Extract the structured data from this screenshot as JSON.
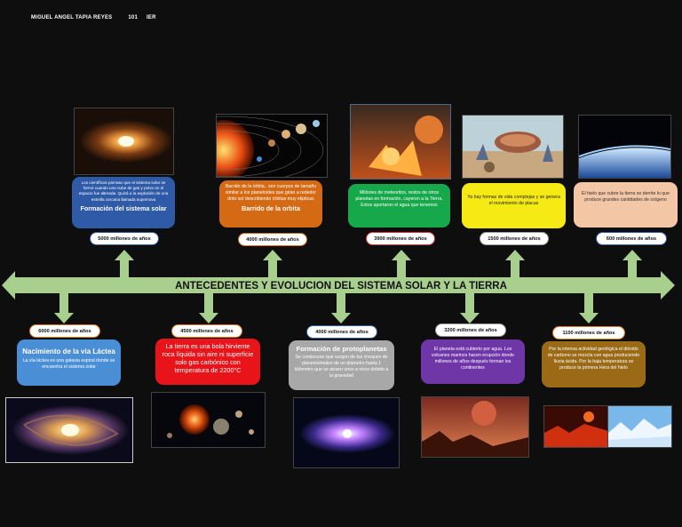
{
  "header": {
    "author": "MIGUEL ANGEL TAPIA REYES",
    "group": "101",
    "code": "IER"
  },
  "timeline": {
    "title": "ANTECEDENTES Y EVOLUCION DEL SISTEMA SOLAR Y LA TIERRA",
    "color": "#a9cf8e"
  },
  "top_events": [
    {
      "time": "5000 millones de años",
      "title": "Formación del sistema solar",
      "text": "Los científicos piensan que el sistema solar se formó cuando una nube de gas y polvo en el espacio fue alterada. Quizá a la explosión de una estrella cercana llamada supernova",
      "color": "#2e5aa8"
    },
    {
      "time": "4000 millones de años",
      "title": "Barrido de la orbita",
      "text": "Barrido de la órbita.. son cuerpos de tamaño similar a los planetoides que giran a rededor dnto sol describiendo órbitas muy elipticas",
      "color": "#d46a14"
    },
    {
      "time": "3900 millones de años",
      "title": "",
      "text": "Millones de meteoritos, restos de otros planetas en formación, cayeron a la Tierra. Estos aportaron el agua que tenemos",
      "color": "#18a84c"
    },
    {
      "time": "1500 millones de años",
      "title": "",
      "text": "Ya hay formas de vida complejas y se genera el movimiento de placas",
      "color": "#f6ea14"
    },
    {
      "time": "600 millones de años",
      "title": "",
      "text": "El hielo que cubre la tierra se derrite lo que produce grandes cantidades de oxígeno",
      "color": "#f3c6a6"
    }
  ],
  "bottom_events": [
    {
      "time": "6000 millones de años",
      "title": "Nacimiento de la via Láctea",
      "text": "La vía láctea es una galaxia espiral donde se encuentra el sistema solar",
      "color": "#4a8fd6"
    },
    {
      "time": "4500 millones de años",
      "title": "",
      "text": "La tierra es una bola hirviente roca líquida sin aire ni superficie solo gas carbónico con temperatura de 2200°C",
      "color": "#e8141a"
    },
    {
      "time": "4000 millones de años",
      "title": "Formación de protoplanetas",
      "text": "Se comienzan que surgen de los choques de planetesimales de un diámetro hasta 1 kilómetro que se atraen unos a otros debido a la gravedad",
      "color": "#a8a8a8"
    },
    {
      "time": "3200 millones de años",
      "title": "",
      "text": "El planeta está cubierto por agua. Los volcanes marinos hacen erupción donde millones de años después forman los continentes",
      "color": "#6f36a8"
    },
    {
      "time": "1100 millones de años",
      "title": "",
      "text": "Por la intensa actividad geológica el dióxido de carbono se mezcla con agua produciendo lluvia ácida. Por la baja temperatura se produce la primera Hera del hielo",
      "color": "#9a6a16"
    }
  ]
}
